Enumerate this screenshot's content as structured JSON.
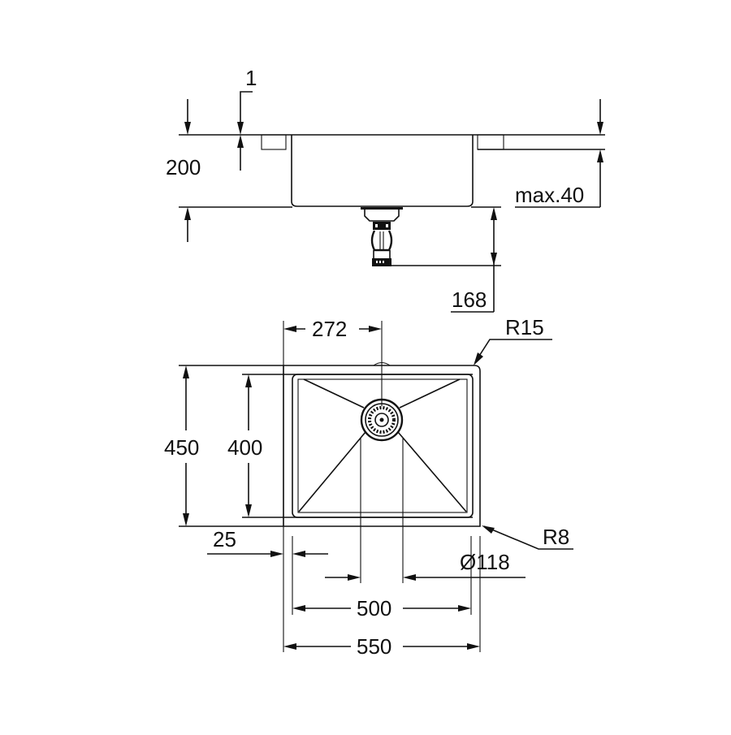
{
  "drawing": {
    "title": "Undermount sink technical drawing",
    "colors": {
      "line": "#111111",
      "background": "#ffffff"
    },
    "side_view": {
      "dimensions": {
        "flange_thickness": "1",
        "bowl_depth": "200",
        "countertop_thickness": "max.40",
        "drain_height": "168"
      }
    },
    "top_view": {
      "dimensions": {
        "drain_offset": "272",
        "outer_depth": "450",
        "inner_depth": "400",
        "edge_offset": "25",
        "drain_diameter": "Ø118",
        "inner_width": "500",
        "outer_width": "550",
        "outer_corner_radius": "R15",
        "inner_corner_radius": "R8"
      }
    }
  }
}
